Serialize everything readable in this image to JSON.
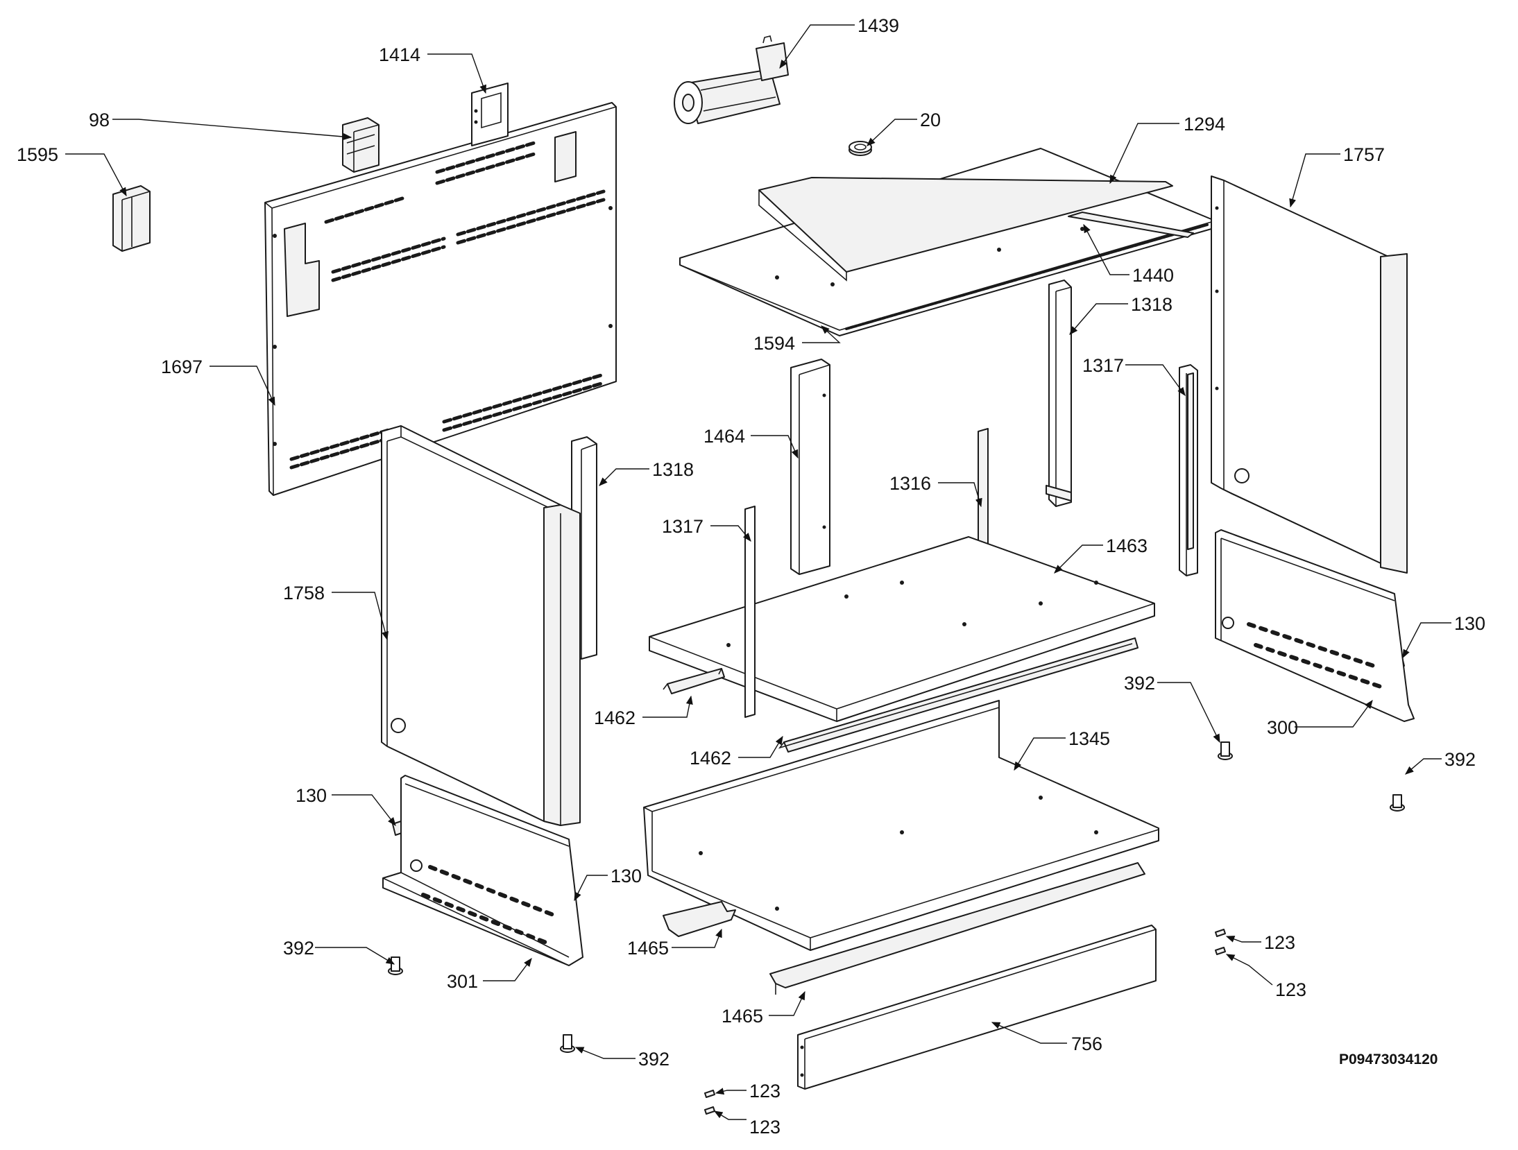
{
  "labels": [
    {
      "id": "1595",
      "text": "1595"
    },
    {
      "id": "98",
      "text": "98"
    },
    {
      "id": "1414",
      "text": "1414"
    },
    {
      "id": "1439",
      "text": "1439"
    },
    {
      "id": "20",
      "text": "20"
    },
    {
      "id": "1294",
      "text": "1294"
    },
    {
      "id": "1757",
      "text": "1757"
    },
    {
      "id": "1440",
      "text": "1440"
    },
    {
      "id": "1594",
      "text": "1594"
    },
    {
      "id": "1318a",
      "text": "1318"
    },
    {
      "id": "1697",
      "text": "1697"
    },
    {
      "id": "1317a",
      "text": "1317"
    },
    {
      "id": "1464",
      "text": "1464"
    },
    {
      "id": "1318b",
      "text": "1318"
    },
    {
      "id": "1316",
      "text": "1316"
    },
    {
      "id": "1317b",
      "text": "1317"
    },
    {
      "id": "1463",
      "text": "1463"
    },
    {
      "id": "1758",
      "text": "1758"
    },
    {
      "id": "130a",
      "text": "130"
    },
    {
      "id": "1462a",
      "text": "1462"
    },
    {
      "id": "392a",
      "text": "392"
    },
    {
      "id": "300",
      "text": "300"
    },
    {
      "id": "1462b",
      "text": "1462"
    },
    {
      "id": "1345",
      "text": "1345"
    },
    {
      "id": "392b",
      "text": "392"
    },
    {
      "id": "130b",
      "text": "130"
    },
    {
      "id": "130c",
      "text": "130"
    },
    {
      "id": "1465a",
      "text": "1465"
    },
    {
      "id": "123a",
      "text": "123"
    },
    {
      "id": "392c",
      "text": "392"
    },
    {
      "id": "301",
      "text": "301"
    },
    {
      "id": "123b",
      "text": "123"
    },
    {
      "id": "1465b",
      "text": "1465"
    },
    {
      "id": "756",
      "text": "756"
    },
    {
      "id": "392d",
      "text": "392"
    },
    {
      "id": "123c",
      "text": "123"
    },
    {
      "id": "123d",
      "text": "123"
    }
  ],
  "drawing_code": "P09473034120"
}
